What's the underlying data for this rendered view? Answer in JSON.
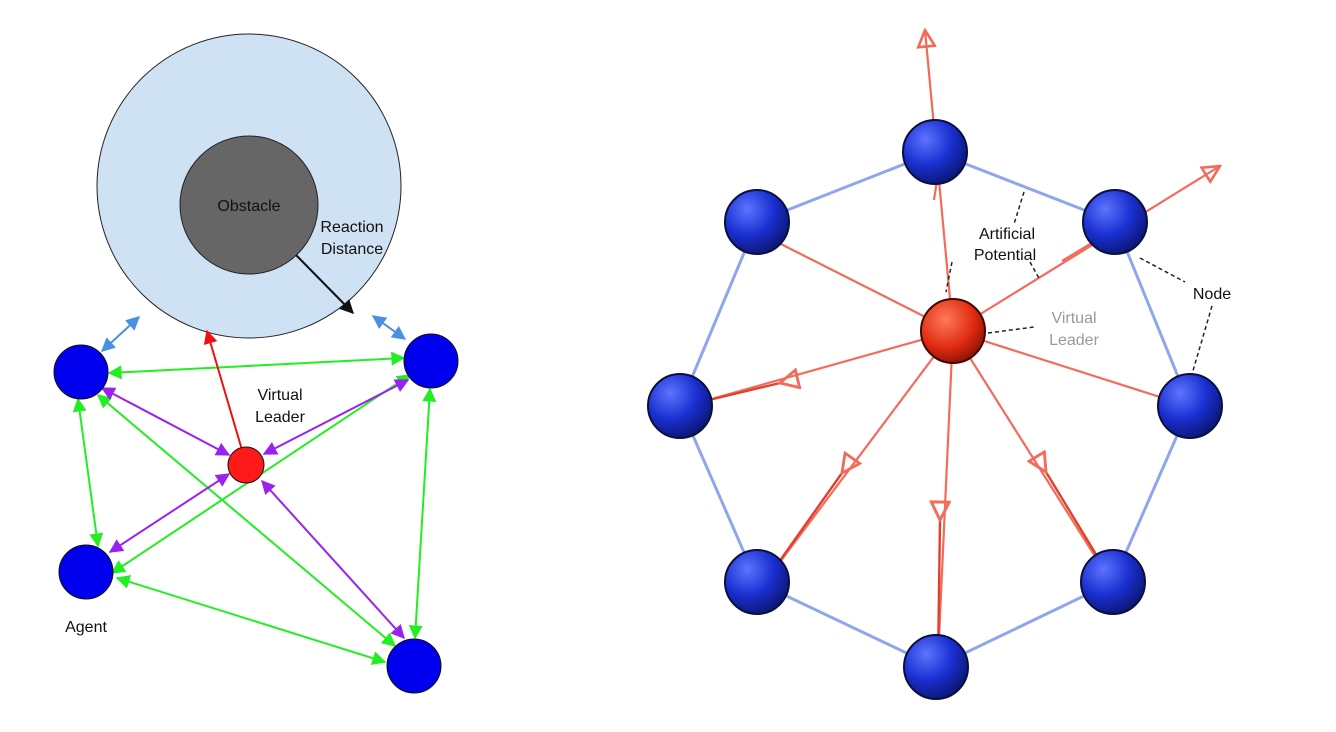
{
  "colors": {
    "obstacle_zone": "#cfe2f3",
    "obstacle": "#666666",
    "agent": "#0000ee",
    "leader": "#ff1a1a",
    "green_link": "#22ee22",
    "purple_link": "#9922ee",
    "blue_link": "#4a90e2",
    "red_arrow": "#ee1111",
    "node_ring": "#8fa6ee",
    "potential": "#f26b5b"
  },
  "left_diagram": {
    "obstacle_label": "Obstacle",
    "reaction_label_line1": "Reaction",
    "reaction_label_line2": "Distance",
    "leader_label_line1": "Virtual",
    "leader_label_line2": "Leader",
    "agent_label": "Agent"
  },
  "right_diagram": {
    "potential_label_line1": "Artificial",
    "potential_label_line2": "Potential",
    "node_label": "Node",
    "leader_label_line1": "Virtual",
    "leader_label_line2": "Leader"
  }
}
